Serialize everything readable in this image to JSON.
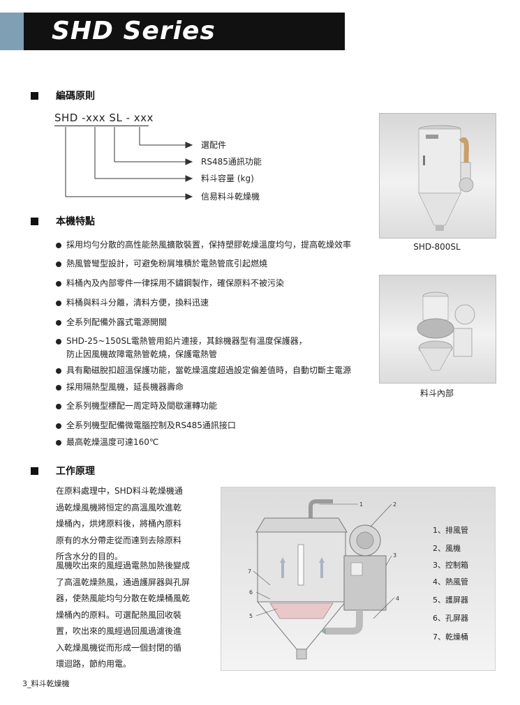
{
  "header": {
    "title": "SHD Series"
  },
  "coding": {
    "section_title": "編碼原則",
    "code": "SHD -xxx SL - xxx",
    "items": [
      "選配件",
      "RS485通訊功能",
      "料斗容量 (kg)",
      "信易料斗乾燥機"
    ]
  },
  "features": {
    "section_title": "本機特點",
    "items": [
      "採用均勻分散的高性能熱風擴散裝置，保持塑膠乾燥溫度均勻，提高乾燥效率",
      "熱風管彎型設計，可避免粉屑堆積於電熱管底引起燃燒",
      "料桶內及內部零件一律採用不鏽鋼製作，確保原料不被污染",
      "料桶與料斗分離，清料方便，換料迅速",
      "全系列配備外露式電源開關",
      "SHD-25~150SL電熱管用鉛片連接，其餘機器型有溫度保護器，",
      "防止因風機故障電熱管乾燒，保護電熱管",
      "具有勵磁脫扣超溫保護功能，當乾燥溫度超過設定偏差值時，自動切斷主電源",
      "採用隔熱型風機，延長機器壽命",
      "全系列機型標配一周定時及間歇運轉功能",
      "全系列機型配備微電腦控制及RS485通訊接口",
      "最高乾燥溫度可達160℃"
    ]
  },
  "photos": {
    "caption1": "SHD-800SL",
    "caption2": "料斗內部"
  },
  "principle": {
    "section_title": "工作原理",
    "lines": [
      "在原料處理中，SHD料斗乾燥機通",
      "過乾燥風機將恒定的高溫風吹進乾",
      "燥桶內，烘烤原料後，將桶內原料",
      "原有的水分帶走從而達到去除原料",
      "所含水分的目的。",
      "風機吹出來的風經過電熱加熱後變成",
      "了高溫乾燥熱風，通過護屏器與孔屏",
      "器，使熱風能均勻分散在乾燥桶風乾",
      "燥桶內的原料。可選配熱風回收裝",
      "置，吹出來的風經過回風過濾後進",
      "入乾燥風機從而形成一個封閉的循",
      "環迴路，節約用電。"
    ]
  },
  "diagram": {
    "numbers": [
      "1",
      "2",
      "3",
      "4",
      "5",
      "6",
      "7"
    ],
    "legend": [
      "1、排風管",
      "2、風機",
      "3、控制箱",
      "4、熱風管",
      "5、護屏器",
      "6、孔屏器",
      "7、乾燥桶"
    ]
  },
  "footer": {
    "text": "3_料斗乾燥機"
  }
}
